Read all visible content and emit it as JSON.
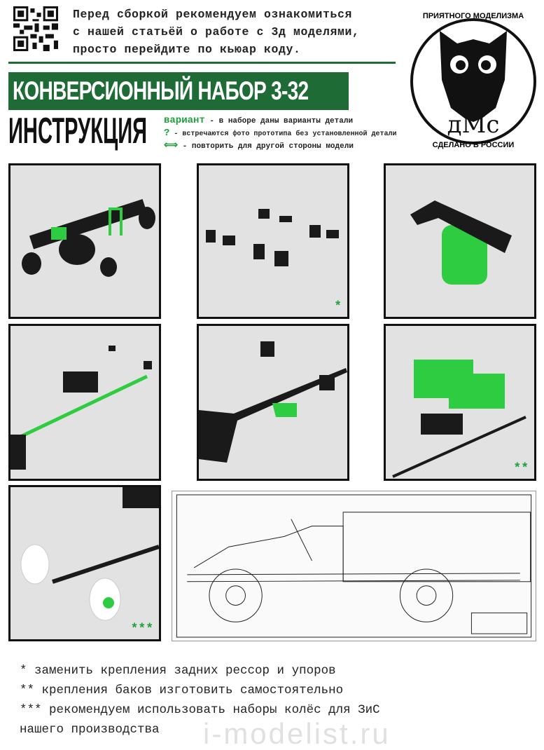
{
  "header": {
    "intro_lines": [
      "Перед сборкой рекомендуем ознакомиться",
      "с нашей статьёй о работе с 3д моделями,",
      "просто перейдите по кьюар коду."
    ],
    "title": "КОНВЕРСИОННЫЙ НАБОР 3-32",
    "subtitle": "ИНСТРУКЦИЯ"
  },
  "legend": [
    {
      "symbol": "вариант",
      "text": " - в наборе даны варианты детали"
    },
    {
      "symbol": "?",
      "text": " - встречаются фото прототипа без установленной детали"
    },
    {
      "symbol": "⟺",
      "text": " - повторить для другой стороны модели"
    }
  ],
  "logo": {
    "top_text": "ПРИЯТНОГО МОДЕЛИЗМА",
    "mark": "дМс",
    "bottom_text": "СДЕЛАНО В РОССИИ"
  },
  "panels": {
    "p2_mark": "*",
    "p6_mark": "**",
    "p7_mark": "***"
  },
  "notes": [
    "* заменить крепления задних рессор и упоров",
    "** крепления баков изготовить самостоятельно",
    "*** рекомендуем использовать наборы колёс для ЗиС",
    "нашего производства"
  ],
  "watermark": "i-modelist.ru",
  "colors": {
    "brand_green": "#1e6b35",
    "part_green": "#2ecc40"
  }
}
